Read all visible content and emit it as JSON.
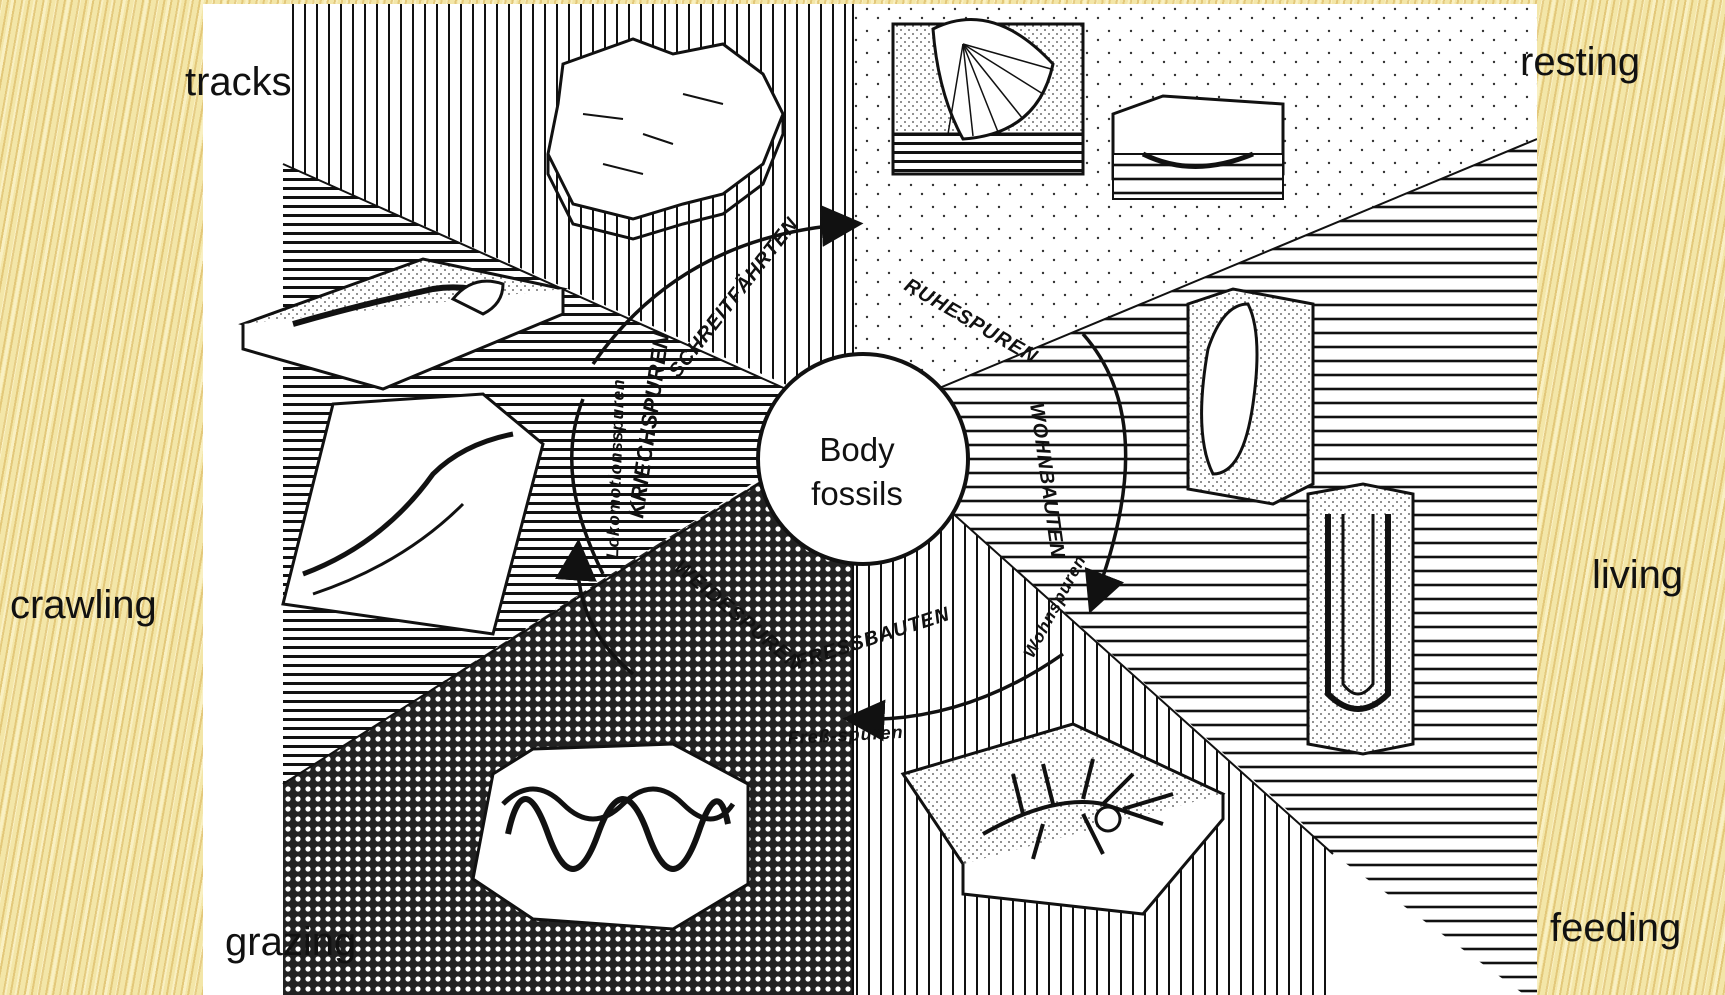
{
  "slide": {
    "background_color": "#f3e6a8",
    "stripe_color": "#d6b054"
  },
  "labels": {
    "tracks": "tracks",
    "resting": "resting",
    "crawling": "crawling",
    "living": "living",
    "grazing": "grazing",
    "feeding": "feeding"
  },
  "center": {
    "line1": "Body",
    "line2": "fossils"
  },
  "diagram_text": {
    "schreitfahrten": "SCHREITFÄHRTEN",
    "ruhespuren": "RUHESPUREN",
    "kriechspuren": "KRIECHSPUREN",
    "lokomotionsspuren": "Lokomotionsspuren",
    "wohnbauten": "WOHNBAUTEN",
    "weidespuren": "WEIDESPUREN",
    "fressbauten": "FRESSBAUTEN",
    "wohnspuren": "Wohnspuren",
    "fressspuren": "Freß-spuren"
  }
}
